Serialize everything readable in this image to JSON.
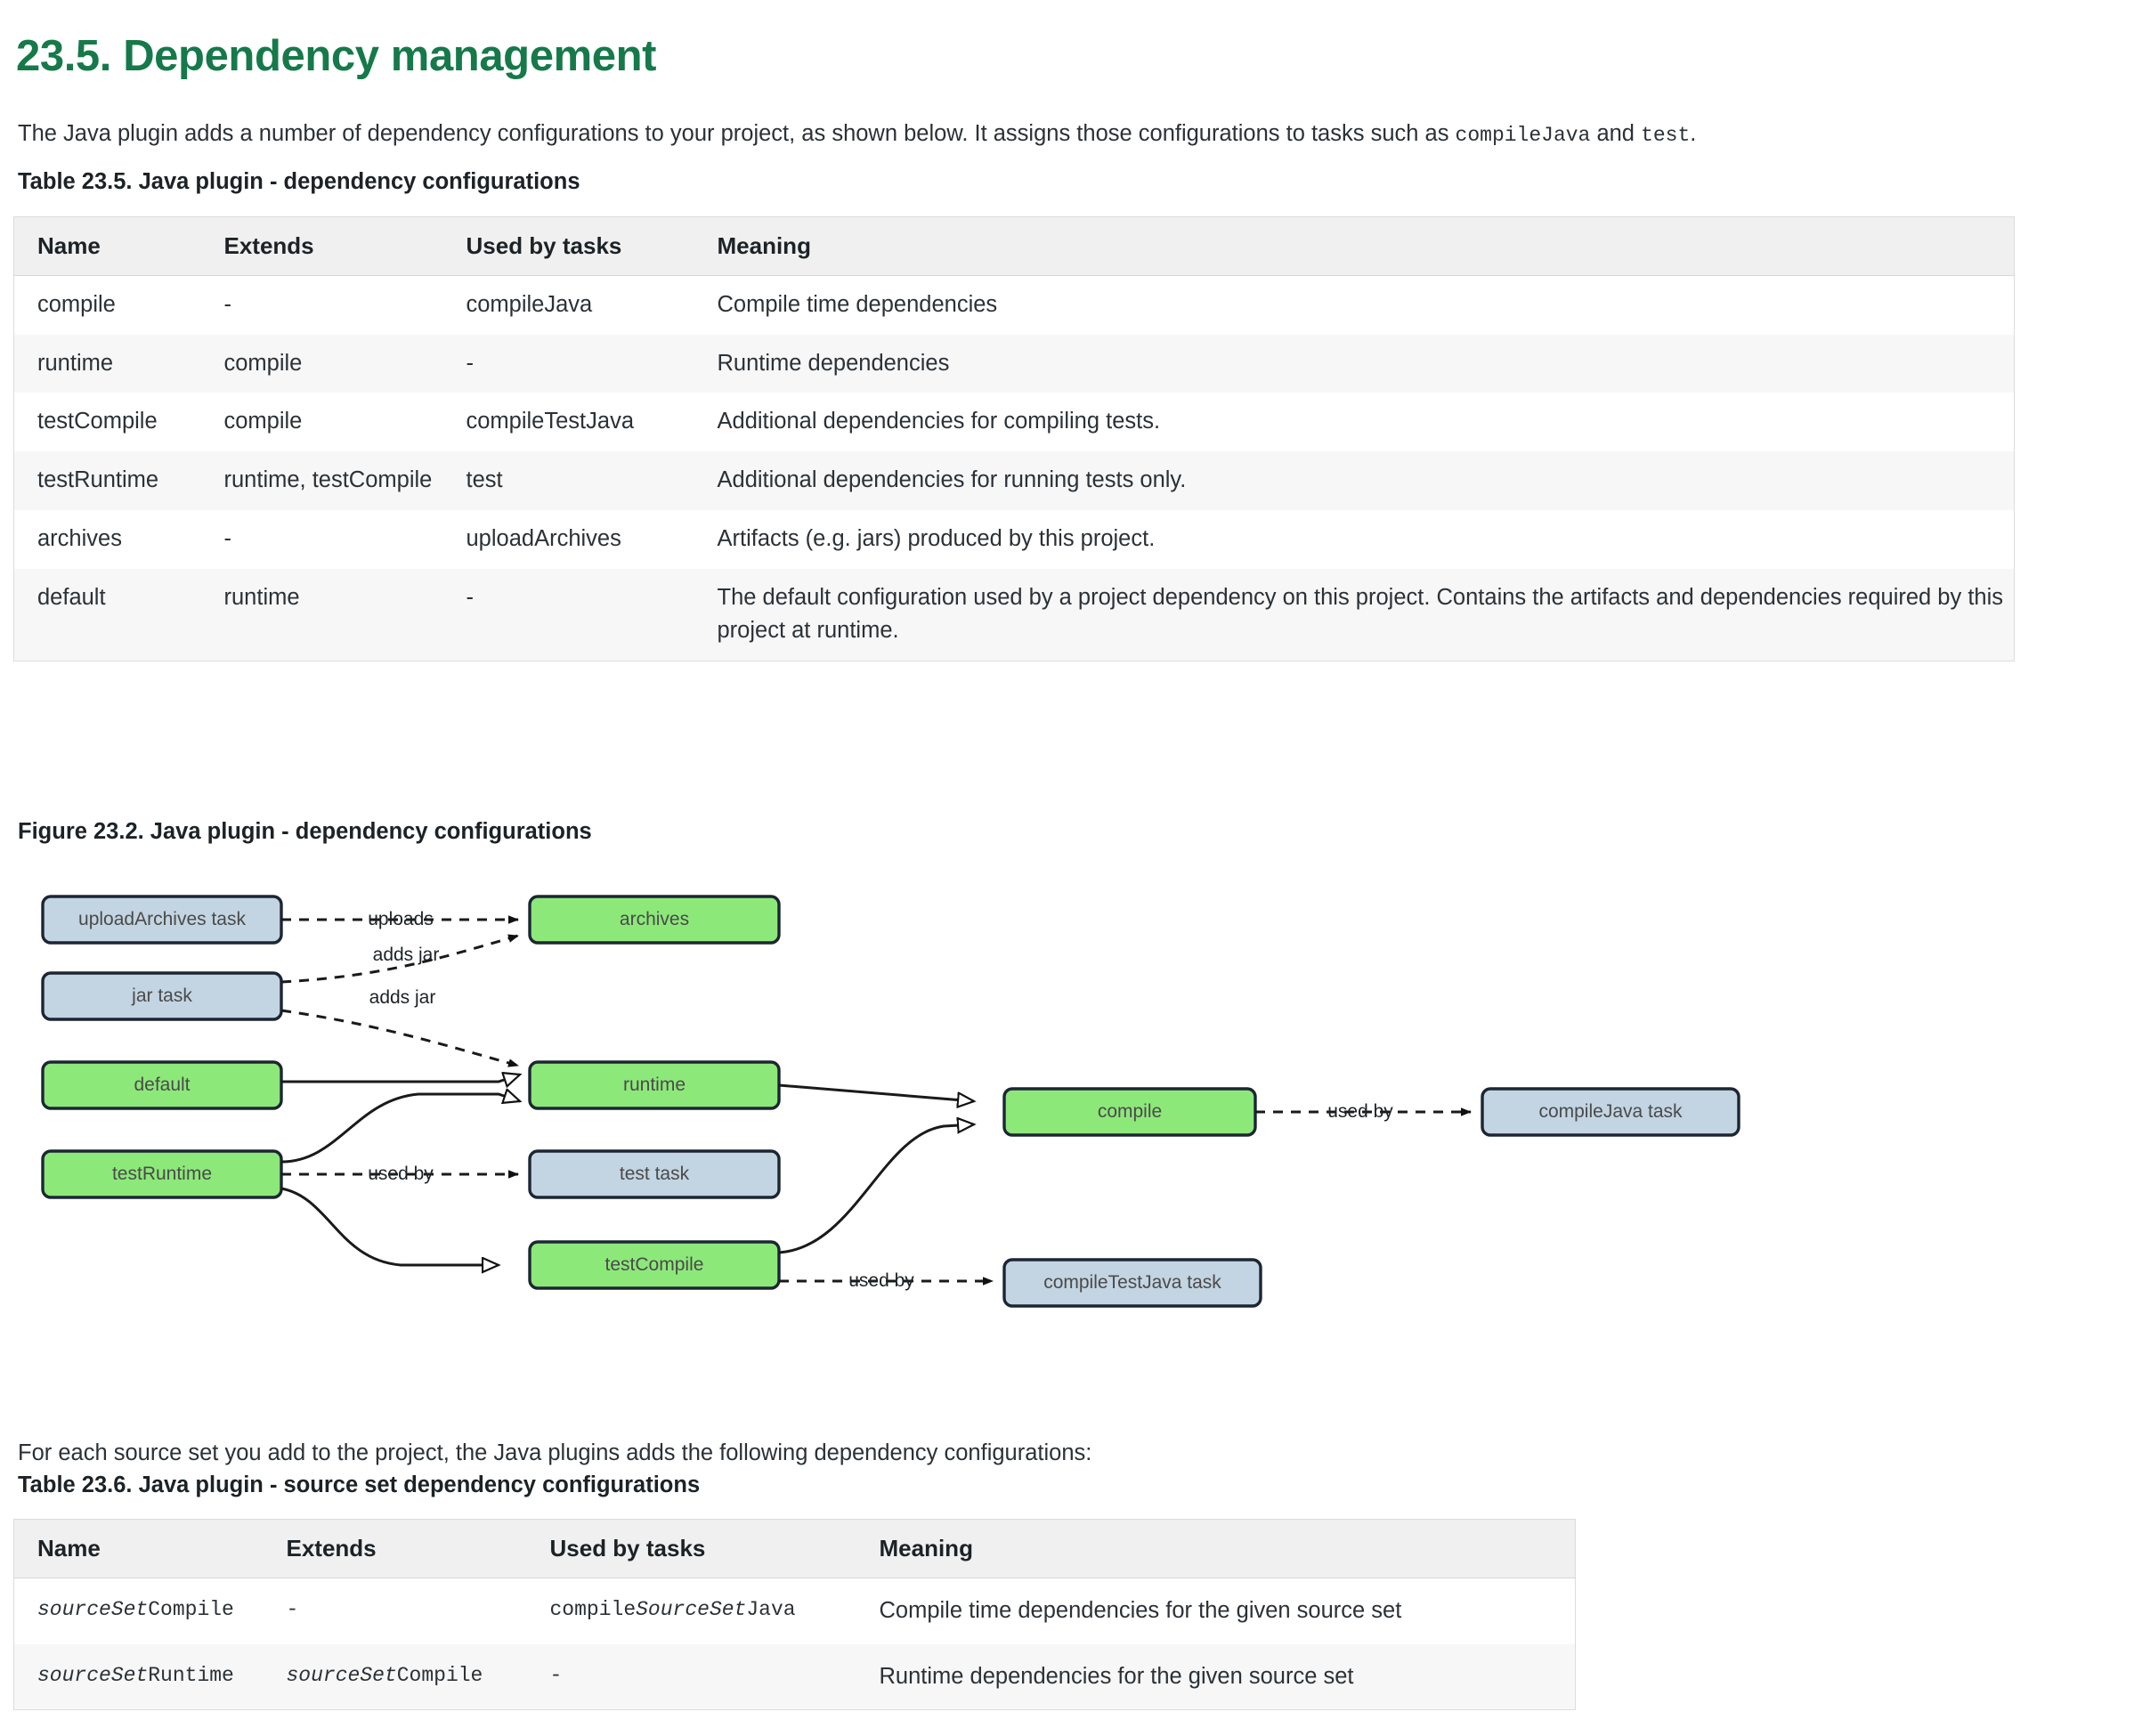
{
  "heading": "23.5. Dependency management",
  "intro": {
    "before": "The Java plugin adds a number of dependency configurations to your project, as shown below. It assigns those configurations to tasks such as ",
    "code1": "compileJava",
    "middle": " and ",
    "code2": "test",
    "after": "."
  },
  "table_235": {
    "caption": "Table 23.5. Java plugin - dependency configurations",
    "headers": [
      "Name",
      "Extends",
      "Used by tasks",
      "Meaning"
    ],
    "rows": [
      {
        "name": "compile",
        "extends": "-",
        "used_by": "compileJava",
        "meaning": "Compile time dependencies"
      },
      {
        "name": "runtime",
        "extends": "compile",
        "used_by": "-",
        "meaning": "Runtime dependencies"
      },
      {
        "name": "testCompile",
        "extends": "compile",
        "used_by": "compileTestJava",
        "meaning": "Additional dependencies for compiling tests."
      },
      {
        "name": "testRuntime",
        "extends": "runtime, testCompile",
        "used_by": "test",
        "meaning": "Additional dependencies for running tests only."
      },
      {
        "name": "archives",
        "extends": "-",
        "used_by": "uploadArchives",
        "meaning": "Artifacts (e.g. jars) produced by this project."
      },
      {
        "name": "default",
        "extends": "runtime",
        "used_by": "-",
        "meaning": "The default configuration used by a project dependency on this project. Contains the artifacts and dependencies required by this project at runtime."
      }
    ]
  },
  "figure": {
    "caption": "Figure 23.2. Java plugin - dependency configurations",
    "colors": {
      "configuration_fill": "#8de87a",
      "task_fill": "#c3d4e2",
      "border": "#1c2633",
      "edge": "#1a1a1a"
    },
    "nodes": [
      {
        "id": "uploadArchivesTask",
        "label": "uploadArchives task",
        "kind": "task"
      },
      {
        "id": "jarTask",
        "label": "jar task",
        "kind": "task"
      },
      {
        "id": "default",
        "label": "default",
        "kind": "configuration"
      },
      {
        "id": "testRuntime",
        "label": "testRuntime",
        "kind": "configuration"
      },
      {
        "id": "archives",
        "label": "archives",
        "kind": "configuration"
      },
      {
        "id": "runtime",
        "label": "runtime",
        "kind": "configuration"
      },
      {
        "id": "testTask",
        "label": "test task",
        "kind": "task"
      },
      {
        "id": "testCompile",
        "label": "testCompile",
        "kind": "configuration"
      },
      {
        "id": "compile",
        "label": "compile",
        "kind": "configuration"
      },
      {
        "id": "compileJavaTask",
        "label": "compileJava task",
        "kind": "task"
      },
      {
        "id": "compileTestJavaTask",
        "label": "compileTestJava task",
        "kind": "task"
      }
    ],
    "edges": [
      {
        "from": "uploadArchivesTask",
        "to": "archives",
        "label": "uploads",
        "style": "dashed",
        "arrow": "filled"
      },
      {
        "from": "jarTask",
        "to": "archives",
        "label": "adds jar",
        "style": "dashed",
        "arrow": "filled"
      },
      {
        "from": "jarTask",
        "to": "runtime",
        "label": "adds jar",
        "style": "dashed",
        "arrow": "filled"
      },
      {
        "from": "default",
        "to": "runtime",
        "label": "",
        "style": "solid",
        "arrow": "hollow"
      },
      {
        "from": "testRuntime",
        "to": "runtime",
        "label": "",
        "style": "solid",
        "arrow": "hollow"
      },
      {
        "from": "testRuntime",
        "to": "testTask",
        "label": "used by",
        "style": "dashed",
        "arrow": "filled"
      },
      {
        "from": "testRuntime",
        "to": "testCompile",
        "label": "",
        "style": "solid",
        "arrow": "hollow"
      },
      {
        "from": "runtime",
        "to": "compile",
        "label": "",
        "style": "solid",
        "arrow": "hollow"
      },
      {
        "from": "testCompile",
        "to": "compile",
        "label": "",
        "style": "solid",
        "arrow": "hollow"
      },
      {
        "from": "compile",
        "to": "compileJavaTask",
        "label": "used by",
        "style": "dashed",
        "arrow": "filled"
      },
      {
        "from": "testCompile",
        "to": "compileTestJavaTask",
        "label": "used by",
        "style": "dashed",
        "arrow": "filled"
      }
    ]
  },
  "sourceset_para": "For each source set you add to the project, the Java plugins adds the following dependency configurations:",
  "table_236": {
    "caption": "Table 23.6. Java plugin - source set dependency configurations",
    "headers": [
      "Name",
      "Extends",
      "Used by tasks",
      "Meaning"
    ],
    "rows": [
      {
        "name_italic": "sourceSet",
        "name_rest": "Compile",
        "extends_italic": "",
        "extends_rest": "-",
        "used_by_pre": "compile",
        "used_by_italic": "SourceSet",
        "used_by_post": "Java",
        "meaning": "Compile time dependencies for the given source set"
      },
      {
        "name_italic": "sourceSet",
        "name_rest": "Runtime",
        "extends_italic": "sourceSet",
        "extends_rest": "Compile",
        "used_by_pre": "-",
        "used_by_italic": "",
        "used_by_post": "",
        "meaning": "Runtime dependencies for the given source set"
      }
    ]
  }
}
